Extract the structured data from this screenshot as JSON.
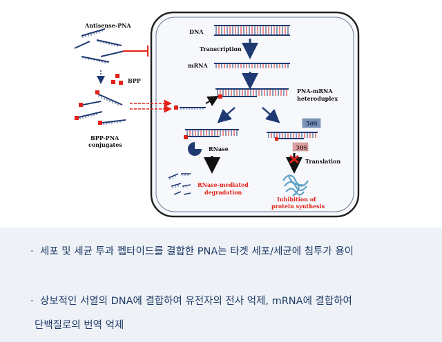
{
  "figure": {
    "left": {
      "antisense_pna": "Antisense-PNA",
      "bpp": "BPP",
      "bpp_pna_line1": "BPP-PNA",
      "bpp_pna_line2": "conjugates"
    },
    "cell": {
      "dna": "DNA",
      "transcription": "Transcription",
      "mrna": "mRNA",
      "heteroduplex_line1": "PNA-mRNA",
      "heteroduplex_line2": "heteroduplex",
      "rnase": "RNase",
      "degradation_line1": "RNase-mediated",
      "degradation_line2": "degradation",
      "ribosome_large": "50S",
      "ribosome_small": "30S",
      "translation": "Translation",
      "inhibition_line1": "Inhibition of",
      "inhibition_line2": "protein synthesis"
    },
    "colors": {
      "bpp_red": "#e32119",
      "inhibit_red": "#e32119",
      "arrow_navy": "#1f3a73",
      "outcome_red": "#e32119"
    }
  },
  "notes": [
    {
      "bullet": "·",
      "text": "세포 및 세균 투과 펩타이드를 결합한 PNA는 타겟 세포/세균에 침투가 용이"
    },
    {
      "bullet": "·",
      "text": "상보적인 서열의 DNA에 결합하여 유전자의 전사 억제, mRNA에 결합하여",
      "continuation": "단백질로의 번역 억제"
    }
  ]
}
